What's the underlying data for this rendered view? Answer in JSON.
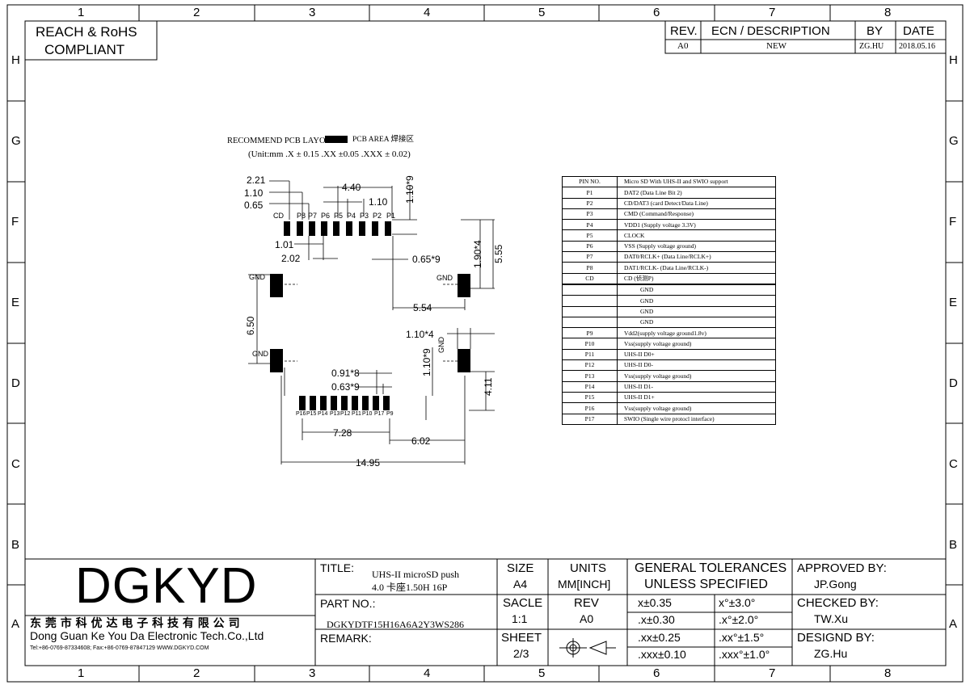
{
  "zones": {
    "cols": [
      "1",
      "2",
      "3",
      "4",
      "5",
      "6",
      "7",
      "8"
    ],
    "rows": [
      "H",
      "G",
      "F",
      "E",
      "D",
      "C",
      "B",
      "A"
    ]
  },
  "compliance": [
    "REACH & RoHS",
    "COMPLIANT"
  ],
  "revision": {
    "headers": [
      "REV.",
      "ECN / DESCRIPTION",
      "BY",
      "DATE"
    ],
    "row": [
      "A0",
      "NEW",
      "ZG.HU",
      "2018.05.16"
    ]
  },
  "layout": {
    "title": "RECOMMEND PCB LAYOUT",
    "area_label": "PCB AREA 焊接区",
    "units": "(Unit:mm  .X ± 0.15   .XX ±0.05 .XXX ± 0.02)"
  },
  "dims": {
    "d221": "2.21",
    "d110a": "1.10",
    "d065": "0.65",
    "d440": "4.40",
    "d110b": "1.10",
    "d110x9": "1.10*9",
    "d101": "1.01",
    "d202": "2.02",
    "d065x9": "0.65*9",
    "d190x4": "1.90*4",
    "d555": "5.55",
    "d554": "5.54",
    "d650": "6.50",
    "d110x4": "1.10*4",
    "d110x9b": "1.10*9",
    "d091x8": "0.91*8",
    "d063x9": "0.63*9",
    "d411": "4.11",
    "d728": "7.28",
    "d602": "6.02",
    "d1495": "14.95"
  },
  "top_pins": [
    "CD",
    "P8",
    "P7",
    "P6",
    "P5",
    "P4",
    "P3",
    "P2",
    "P1"
  ],
  "bottom_pins": [
    "P16",
    "P15",
    "P14",
    "P13",
    "P12",
    "P11",
    "P10",
    "P17",
    "P9"
  ],
  "gnd": "GND",
  "pin_table": {
    "headers": [
      "PIN NO.",
      "Micro SD With UHS-II and SWIO support"
    ],
    "rows": [
      [
        "P1",
        "DAT2 (Data Line Bit 2)"
      ],
      [
        "P2",
        "CD/DAT3 (card Detect/Data Line)"
      ],
      [
        "P3",
        "CMD (Command/Response)"
      ],
      [
        "P4",
        "VDD1 (Supply voltage 3.3V)"
      ],
      [
        "P5",
        "CLOCK"
      ],
      [
        "P6",
        "VSS (Supply voltage ground)"
      ],
      [
        "P7",
        "DAT0/RCLK+ (Data Line/RCLK+)"
      ],
      [
        "P8",
        "DAT1/RCLK- (Data Line/RCLK-)"
      ],
      [
        "CD",
        "CD (侦测P)"
      ],
      [
        "",
        "GND"
      ],
      [
        "",
        "GND"
      ],
      [
        "",
        "GND"
      ],
      [
        "",
        "GND"
      ],
      [
        "P9",
        "Vdd2(supply voltage ground1.8v)"
      ],
      [
        "P10",
        "Vss(supply voltage ground)"
      ],
      [
        "P11",
        "UHS-II D0+"
      ],
      [
        "P12",
        "UHS-II D0-"
      ],
      [
        "P13",
        "Vss(supply voltage ground)"
      ],
      [
        "P14",
        "UHS-II D1-"
      ],
      [
        "P15",
        "UHS-II D1+"
      ],
      [
        "P16",
        "Vss(supply voltage ground)"
      ],
      [
        "P17",
        "SWIO (Single wire protocl interface)"
      ]
    ]
  },
  "titleblock": {
    "logo": "DGKYD",
    "company_cn": "东 莞 市 科 优 达 电 子 科 技 有 限 公 司",
    "company_en": "Dong Guan Ke You Da Electronic Tech.Co.,Ltd",
    "contact": "Tel:+86-0769-87334608; Fax:+86-0769-87847129  WWW.DGKYD.COM",
    "title_label": "TITLE:",
    "title_line1": "UHS-II microSD push",
    "title_line2": "4.0 卡座1.50H 16P",
    "partno_label": "PART NO.:",
    "partno": "DGKYDTF15H16A6A2Y3WS286",
    "remark_label": "REMARK:",
    "size_label": "SIZE",
    "size": "A4",
    "units_label": "UNITS",
    "units": "MM[INCH]",
    "scale_label": "SACLE",
    "scale": "1:1",
    "rev_label": "REV",
    "rev": "A0",
    "sheet_label": "SHEET",
    "sheet": "2/3",
    "tol_title1": "GENERAL TOLERANCES",
    "tol_title2": "UNLESS SPECIFIED",
    "tol": [
      [
        "x±0.35",
        "x°±3.0°"
      ],
      [
        ".x±0.30",
        ".x°±2.0°"
      ],
      [
        ".xx±0.25",
        ".xx°±1.5°"
      ],
      [
        ".xxx±0.10",
        ".xxx°±1.0°"
      ]
    ],
    "approved_label": "APPROVED BY:",
    "approved": "JP.Gong",
    "checked_label": "CHECKED BY:",
    "checked": "TW.Xu",
    "designed_label": "DESIGND BY:",
    "designed": "ZG.Hu"
  }
}
